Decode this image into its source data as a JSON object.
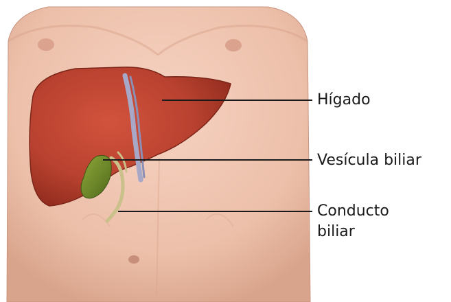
{
  "labels": {
    "liver": "Hígado",
    "gallbladder": "Vesícula biliar",
    "bile_duct_line1": "Conducto",
    "bile_duct_line2": "biliar"
  },
  "colors": {
    "skin": "#f0c7b3",
    "skin_shadow": "#d9a48c",
    "liver": "#b8412f",
    "liver_dark": "#8e2a1d",
    "gallbladder": "#6f8a2a",
    "duct": "#c9c08a",
    "vessel": "#a7a8c8",
    "leader_line": "#1a1a1a"
  }
}
